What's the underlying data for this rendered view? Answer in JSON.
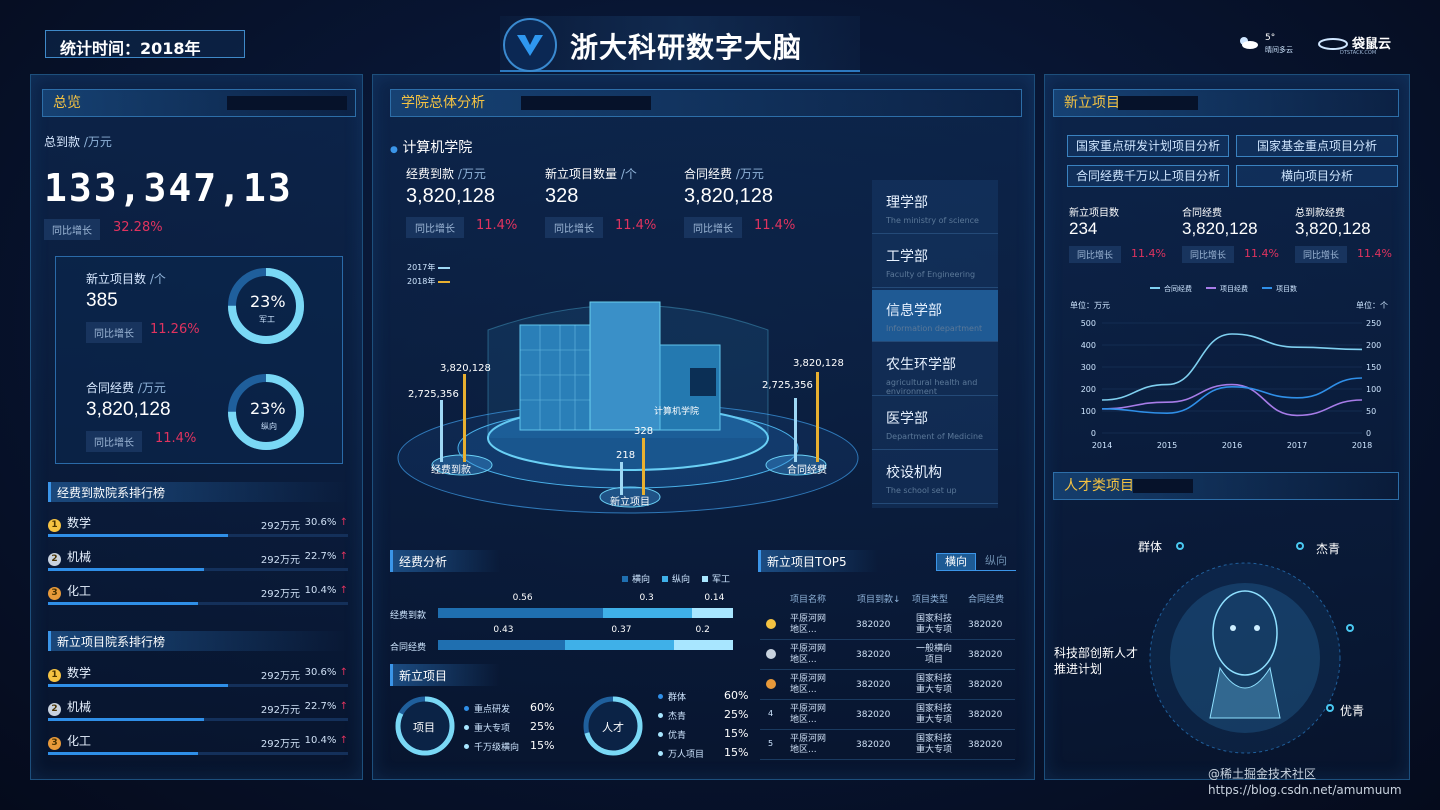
{
  "header": {
    "stat_time": "统计时间：2018年",
    "title": "浙大科研数字大脑",
    "weather_temp": "5°",
    "weather_text": "晴间多云",
    "brand": "袋鼠云",
    "brand_sub": "DTSTACK.COM"
  },
  "overview": {
    "title": "总览",
    "total_label": "总到款",
    "total_unit": "/万元",
    "total_value": "133,347,13",
    "yoy_label": "同比增长",
    "yoy_value": "32.28%",
    "new_projects": {
      "label": "新立项目数",
      "unit": "/个",
      "value": "385",
      "yoy_label": "同比增长",
      "yoy_value": "11.26%",
      "ring_pct": "23%",
      "ring_label": "军工",
      "ring_frac": 0.23
    },
    "contract": {
      "label": "合同经费",
      "unit": "/万元",
      "value": "3,820,128",
      "yoy_label": "同比增长",
      "yoy_value": "11.4%",
      "ring_pct": "23%",
      "ring_label": "纵向",
      "ring_frac": 0.23
    },
    "rank1": {
      "title": "经费到款院系排行榜",
      "rows": [
        {
          "no": "1",
          "name": "数学",
          "value": "292万元",
          "pct": "30.6%",
          "arrow": "↑",
          "fill": 0.6
        },
        {
          "no": "2",
          "name": "机械",
          "value": "292万元",
          "pct": "22.7%",
          "arrow": "↑",
          "fill": 0.52
        },
        {
          "no": "3",
          "name": "化工",
          "value": "292万元",
          "pct": "10.4%",
          "arrow": "↑",
          "fill": 0.5
        }
      ]
    },
    "rank2": {
      "title": "新立项目院系排行榜",
      "rows": [
        {
          "no": "1",
          "name": "数学",
          "value": "292万元",
          "pct": "30.6%",
          "arrow": "↑",
          "fill": 0.6
        },
        {
          "no": "2",
          "name": "机械",
          "value": "292万元",
          "pct": "22.7%",
          "arrow": "↑",
          "fill": 0.52
        },
        {
          "no": "3",
          "name": "化工",
          "value": "292万元",
          "pct": "10.4%",
          "arrow": "↑",
          "fill": 0.5
        }
      ]
    }
  },
  "college": {
    "title": "学院总体分析",
    "name": "计算机学院",
    "kpis": [
      {
        "label": "经费到款",
        "unit": "/万元",
        "value": "3,820,128",
        "yoy_label": "同比增长",
        "yoy": "11.4%"
      },
      {
        "label": "新立项目数量",
        "unit": "/个",
        "value": "328",
        "yoy_label": "同比增长",
        "yoy": "11.4%"
      },
      {
        "label": "合同经费",
        "unit": "/万元",
        "value": "3,820,128",
        "yoy_label": "同比增长",
        "yoy": "11.4%"
      }
    ],
    "legend_2017": "2017年",
    "legend_2018": "2018年",
    "building_label": "计算机学院",
    "left_2017": "2,725,356",
    "left_2018": "3,820,128",
    "left_name": "经费到款",
    "mid_2017": "218",
    "mid_2018": "328",
    "mid_name": "新立项目",
    "right_2017": "2,725,356",
    "right_2018": "3,820,128",
    "right_name": "合同经费",
    "departments": [
      {
        "name": "理学部",
        "en": "The ministry of science"
      },
      {
        "name": "工学部",
        "en": "Faculty of Engineering"
      },
      {
        "name": "信息学部",
        "en": "Information department"
      },
      {
        "name": "农生环学部",
        "en": "agricultural health and environment"
      },
      {
        "name": "医学部",
        "en": "Department of Medicine"
      },
      {
        "name": "校设机构",
        "en": "The school set up"
      }
    ],
    "funds": {
      "title": "经费分析",
      "legend": [
        "横向",
        "纵向",
        "军工"
      ],
      "rows": [
        {
          "label": "经费到款",
          "vals": [
            "0.56",
            "0.3",
            "0.14"
          ],
          "fracs": [
            0.56,
            0.3,
            0.14
          ]
        },
        {
          "label": "合同经费",
          "vals": [
            "0.43",
            "0.37",
            "0.2"
          ],
          "fracs": [
            0.43,
            0.37,
            0.2
          ]
        }
      ]
    },
    "newproj": {
      "title": "新立项目",
      "ring1": "项目",
      "ring1_items": [
        {
          "name": "重点研发",
          "pct": "60%"
        },
        {
          "name": "重大专项",
          "pct": "25%"
        },
        {
          "name": "千万级横向",
          "pct": "15%"
        }
      ],
      "ring2": "人才",
      "ring2_items": [
        {
          "name": "群体",
          "pct": "60%"
        },
        {
          "name": "杰青",
          "pct": "25%"
        },
        {
          "name": "优青",
          "pct": "15%"
        },
        {
          "name": "万人项目",
          "pct": "15%"
        }
      ]
    },
    "top5": {
      "title": "新立项目TOP5",
      "tab_active": "横向",
      "tab_other": "纵向",
      "headers": [
        "项目名称",
        "项目到款↓",
        "项目类型",
        "合同经费"
      ],
      "rows": [
        {
          "no": "1",
          "name": "平原河网地区...",
          "fund": "382020",
          "type": "国家科技重大专项",
          "contract": "382020"
        },
        {
          "no": "2",
          "name": "平原河网地区...",
          "fund": "382020",
          "type": "一般横向项目",
          "contract": "382020"
        },
        {
          "no": "3",
          "name": "平原河网地区...",
          "fund": "382020",
          "type": "国家科技重大专项",
          "contract": "382020"
        },
        {
          "no": "4",
          "name": "平原河网地区...",
          "fund": "382020",
          "type": "国家科技重大专项",
          "contract": "382020"
        },
        {
          "no": "5",
          "name": "平原河网地区...",
          "fund": "382020",
          "type": "国家科技重大专项",
          "contract": "382020"
        }
      ]
    }
  },
  "newitems": {
    "title": "新立项目",
    "buttons": [
      "国家重点研发计划项目分析",
      "国家基金重点项目分析",
      "合同经费千万以上项目分析",
      "横向项目分析"
    ],
    "stats": [
      {
        "label": "新立项目数",
        "value": "234",
        "yoy_label": "同比增长",
        "yoy": "11.4%"
      },
      {
        "label": "合同经费",
        "value": "3,820,128",
        "yoy_label": "同比增长",
        "yoy": "11.4%"
      },
      {
        "label": "总到款经费",
        "value": "3,820,128",
        "yoy_label": "同比增长",
        "yoy": "11.4%"
      }
    ],
    "unit_left": "单位：万元",
    "unit_right": "单位：个"
  },
  "chart_data": {
    "type": "line",
    "x": [
      "2014",
      "2015",
      "2016",
      "2017",
      "2018"
    ],
    "series": [
      {
        "name": "合同经费",
        "axis": "left",
        "color": "#7fd0f0",
        "values": [
          150,
          220,
          450,
          390,
          380
        ]
      },
      {
        "name": "项目经费",
        "axis": "left",
        "color": "#a77ce8",
        "values": [
          110,
          140,
          220,
          80,
          150
        ]
      },
      {
        "name": "项目数",
        "axis": "right",
        "color": "#2f8fe8",
        "values": [
          55,
          45,
          105,
          80,
          125
        ]
      }
    ],
    "yleft": {
      "ticks": [
        "500",
        "400",
        "300",
        "200",
        "100",
        "0"
      ],
      "range": [
        0,
        500
      ]
    },
    "yright": {
      "ticks": [
        "250",
        "200",
        "150",
        "100",
        "50",
        "0"
      ],
      "range": [
        0,
        250
      ]
    },
    "legend_position": "top"
  },
  "talent": {
    "title": "人才类项目",
    "labels": [
      "群体",
      "杰青",
      "科技部创新人才推进计划",
      "优青"
    ]
  },
  "watermark": "@稀土掘金技术社区 https://blog.csdn.net/amumuum"
}
